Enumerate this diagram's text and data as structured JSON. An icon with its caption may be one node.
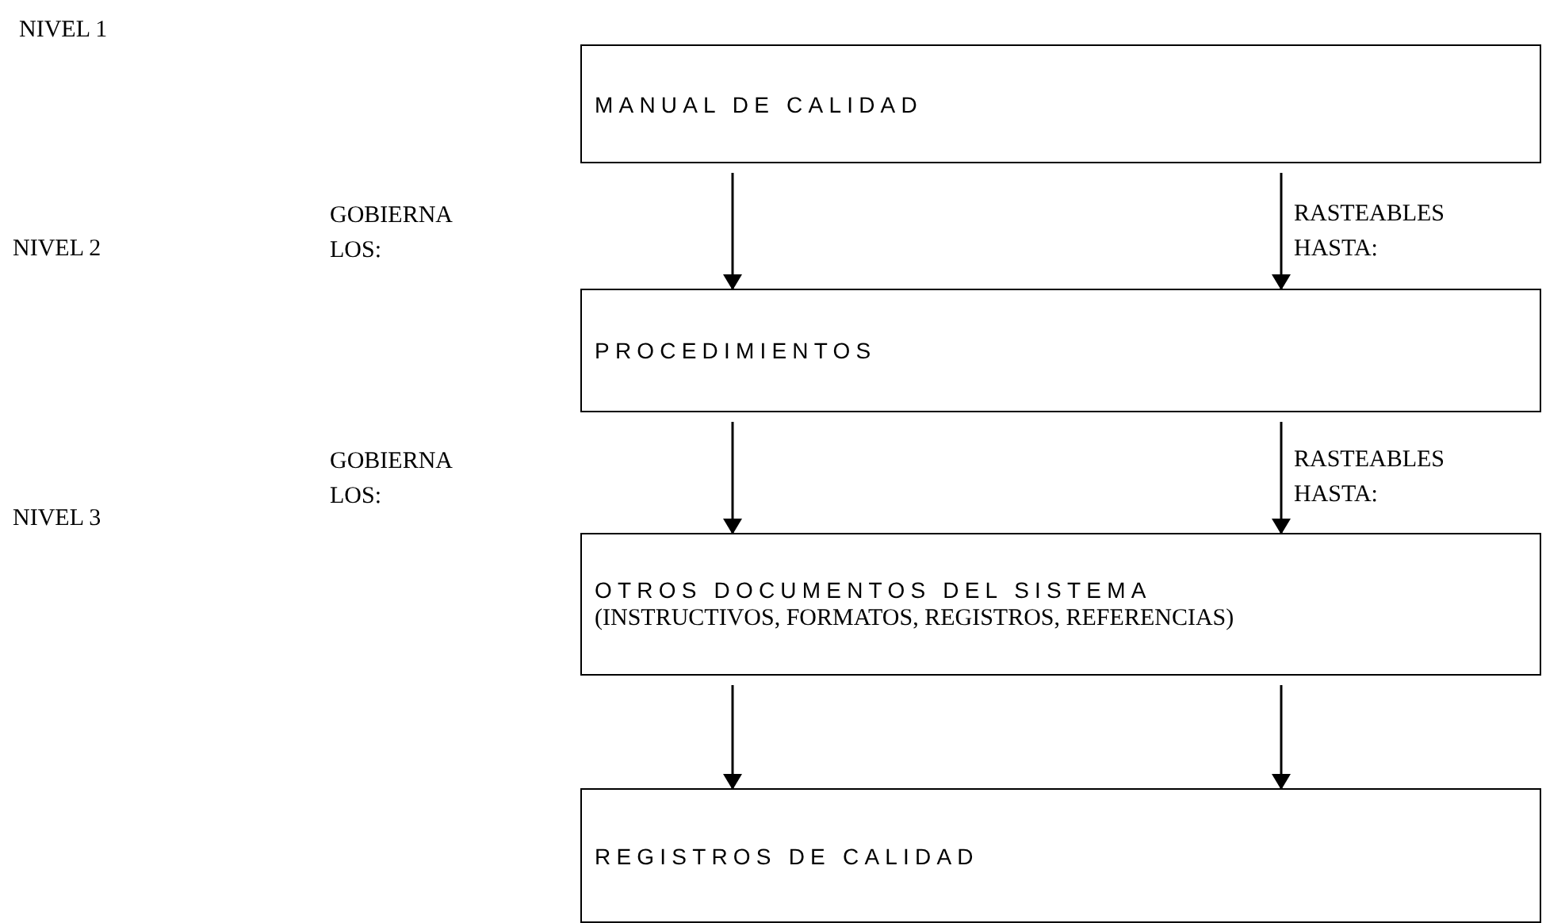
{
  "diagram": {
    "nodes": [
      {
        "text": [
          "MANUAL DE CALIDAD"
        ]
      },
      {
        "text": [
          "PROCEDIMIENTOS"
        ]
      },
      {
        "text": [
          "OTROS DOCUMENTOS DEL SISTEMA",
          "(INSTRUCTIVOS, FORMATOS, REGISTROS, REFERENCIAS)"
        ]
      },
      {
        "text": [
          "REGISTROS DE CALIDAD"
        ]
      }
    ],
    "edges": [
      {
        "from": 0,
        "to": 1,
        "arrow": "to"
      },
      {
        "from": 0,
        "to": 1,
        "arrow": "to",
        "label": "RASTEABLES HASTA:"
      },
      {
        "from": 1,
        "to": 2,
        "arrow": "to"
      },
      {
        "from": 1,
        "to": 2,
        "arrow": "to",
        "label": "RASTEABLES HASTA:"
      },
      {
        "from": 2,
        "to": 3,
        "arrow": "to"
      },
      {
        "from": 2,
        "to": 3,
        "arrow": "to"
      }
    ],
    "labels": [
      "NIVEL 1",
      "GOBIERNA LOS:",
      "NIVEL 2",
      "GOBIERNA LOS:",
      "NIVEL 3"
    ]
  }
}
